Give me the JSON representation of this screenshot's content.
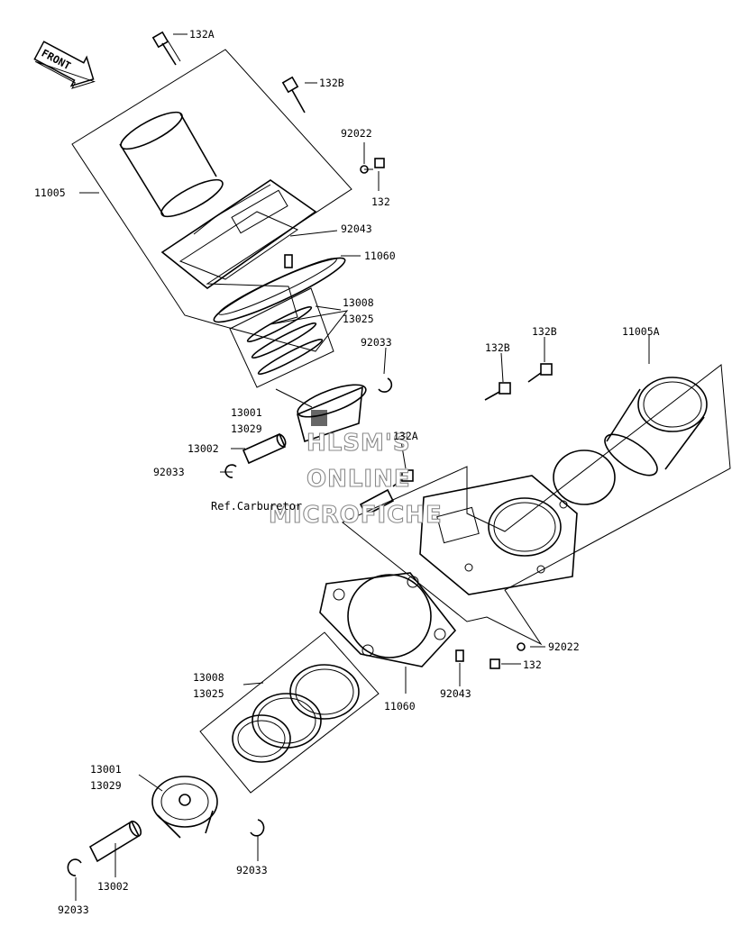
{
  "front_badge": {
    "text": "FRONT"
  },
  "watermark": {
    "lines": [
      "HLSM'S",
      "ONLINE",
      "MICROFICHE"
    ]
  },
  "reference_note": "Ref.Carburetor",
  "callouts": {
    "top_132A": "132A",
    "top_132B": "132B",
    "top_92022": "92022",
    "top_132": "132",
    "top_11005": "11005",
    "top_92043": "92043",
    "top_11060": "11060",
    "top_13008": "13008",
    "top_13025": "13025",
    "top_92033": "92033",
    "top_13001": "13001",
    "top_13029": "13029",
    "top_13002": "13002",
    "top_92033_left": "92033",
    "mid_132B_a": "132B",
    "mid_132B_b": "132B",
    "mid_11005A": "11005A",
    "mid_132A": "132A",
    "low_92022": "92022",
    "low_132": "132",
    "low_92043": "92043",
    "low_11060": "11060",
    "low_13008": "13008",
    "low_13025": "13025",
    "bot_13001": "13001",
    "bot_13029": "13029",
    "bot_92033_right": "92033",
    "bot_13002": "13002",
    "bot_92033_left": "92033"
  }
}
